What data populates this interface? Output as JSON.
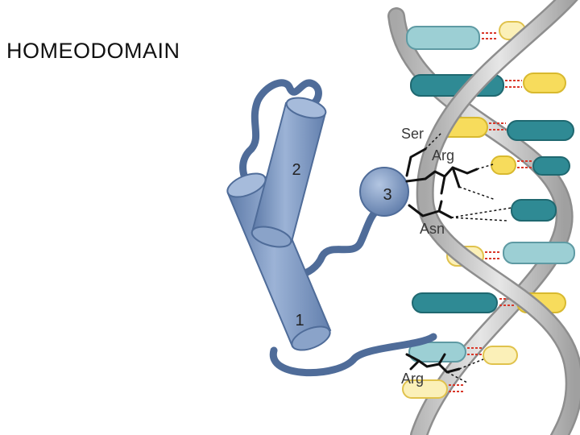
{
  "title": "HOMEODOMAIN",
  "helix_labels": [
    "1",
    "2",
    "3"
  ],
  "residue_labels": {
    "ser": "Ser",
    "arg_top": "Arg",
    "asn": "Asn",
    "arg_bottom": "Arg"
  },
  "colors": {
    "helix_fill": "#7f9bc4",
    "helix_edge": "#4f6c99",
    "backbone": "#c9c9c9",
    "base_teal": "#2f8a94",
    "base_light_teal": "#9ccfd4",
    "base_yellow": "#f7dc5c",
    "base_pale_yellow": "#fbf0b8",
    "hbond_red": "#d9392b"
  }
}
